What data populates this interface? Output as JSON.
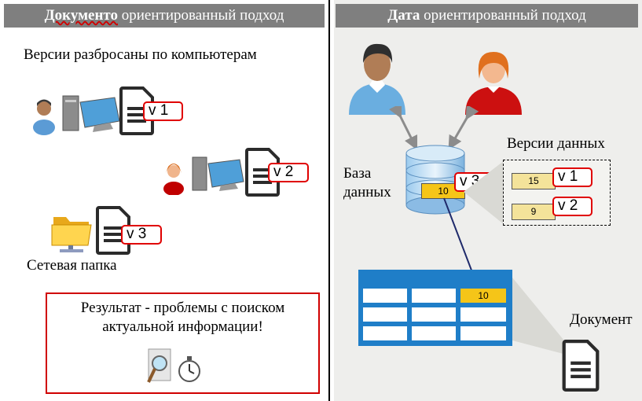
{
  "left_header": {
    "strong": "Документо",
    "rest": " ориентированный подход"
  },
  "right_header": {
    "strong": "Дата",
    "rest": " ориентированный подход"
  },
  "left": {
    "versions_title": "Версии разбросаны по компьютерам",
    "v1": "v 1",
    "v2": "v 2",
    "v3": "v 3",
    "network_folder": "Сетевая папка",
    "result_line1": "Результат  - проблемы с поиском",
    "result_line2": "актуальной информации!"
  },
  "right": {
    "db_label_line1": "База",
    "db_label_line2": "данных",
    "db_value": "10",
    "v3": "v 3",
    "data_versions_title": "Версии данных",
    "ver1_value": "15",
    "ver1_label": "v 1",
    "ver2_value": "9",
    "ver2_label": "v 2",
    "table_value": "10",
    "document_label": "Документ"
  },
  "colors": {
    "header_bg": "#7f7f7f",
    "accent_red": "#e00000",
    "cell_yellow": "#f5c518",
    "table_blue": "#1f7ec8"
  }
}
